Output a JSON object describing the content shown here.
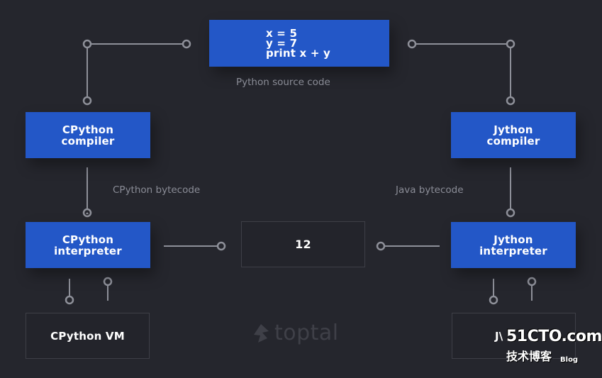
{
  "source": {
    "lines": [
      "x = 5",
      "y = 7",
      "print x + y"
    ],
    "caption": "Python source code"
  },
  "cpython_compiler": "CPython compiler",
  "jython_compiler": "Jython compiler",
  "cpython_interpreter": "CPython interpreter",
  "jython_interpreter": "Jython interpreter",
  "cpython_bytecode": "CPython bytecode",
  "java_bytecode": "Java bytecode",
  "result": "12",
  "cpython_vm": "CPython VM",
  "jython_vm_partial": "J\\",
  "logo": "toptal",
  "watermark": {
    "big": "51CTO.com",
    "small": "技术博客",
    "blog": "Blog"
  },
  "colors": {
    "background": "#25262d",
    "box_blue": "#2357c7",
    "line": "#8e9099"
  }
}
